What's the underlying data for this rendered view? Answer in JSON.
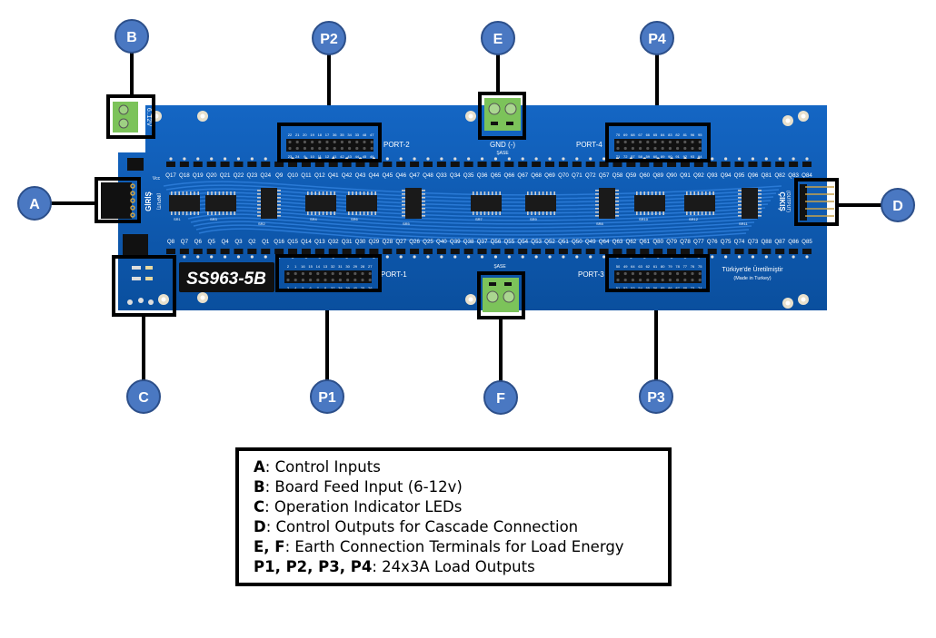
{
  "board": {
    "model": "SS963-5B",
    "ports": {
      "p1": "PORT-1",
      "p2": "PORT-2",
      "p3": "PORT-3",
      "p4": "PORT-4"
    },
    "gnd_label": "GND (-)",
    "sase_label": "ŞASE",
    "power_label": "6..12V",
    "vcc_label": "Vcc",
    "input_label": "GİRİŞ",
    "input_sub": "(INPUT)",
    "output_label": "ÇIKIŞ",
    "output_sub": "(OUTPUT)",
    "made_in": "Türkiye'de Üretilmiştir",
    "made_in_en": "(Made in Turkey)",
    "top_transistors": [
      "Q17",
      "Q18",
      "Q19",
      "Q20",
      "Q21",
      "Q22",
      "Q23",
      "Q24",
      "Q9",
      "Q10",
      "Q11",
      "Q12",
      "Q41",
      "Q42",
      "Q43",
      "Q44",
      "Q45",
      "Q46",
      "Q47",
      "Q48",
      "Q33",
      "Q34",
      "Q35",
      "Q36",
      "Q65",
      "Q66",
      "Q67",
      "Q68",
      "Q69",
      "Q70",
      "Q71",
      "Q72",
      "Q57",
      "Q58",
      "Q59",
      "Q60",
      "Q89",
      "Q90",
      "Q91",
      "Q92",
      "Q93",
      "Q94",
      "Q95",
      "Q96",
      "Q81",
      "Q82",
      "Q83",
      "Q84"
    ],
    "bottom_transistors": [
      "Q8",
      "Q7",
      "Q6",
      "Q5",
      "Q4",
      "Q3",
      "Q2",
      "Q1",
      "Q16",
      "Q15",
      "Q14",
      "Q13",
      "Q32",
      "Q31",
      "Q30",
      "Q29",
      "Q28",
      "Q27",
      "Q26",
      "Q25",
      "Q40",
      "Q39",
      "Q38",
      "Q37",
      "Q56",
      "Q55",
      "Q54",
      "Q53",
      "Q52",
      "Q51",
      "Q50",
      "Q49",
      "Q64",
      "Q63",
      "Q62",
      "Q61",
      "Q80",
      "Q79",
      "Q78",
      "Q77",
      "Q76",
      "Q75",
      "Q74",
      "Q73",
      "Q88",
      "Q87",
      "Q86",
      "Q85"
    ],
    "chips": [
      "SR1",
      "SR3",
      "SR2",
      "SR4",
      "SR6",
      "SR5",
      "SR7",
      "SR9",
      "SR8",
      "SR10",
      "SR12",
      "SR11"
    ],
    "headers": {
      "p2": {
        "top": [
          "22",
          "21",
          "20",
          "19",
          "18",
          "17",
          "36",
          "35",
          "34",
          "33",
          "48",
          "47"
        ],
        "bottom": [
          "23",
          "24",
          "9",
          "10",
          "11",
          "12",
          "41",
          "42",
          "43",
          "44",
          "45",
          "46"
        ]
      },
      "p1": {
        "top": [
          "2",
          "1",
          "16",
          "15",
          "14",
          "13",
          "32",
          "31",
          "30",
          "29",
          "28",
          "27"
        ],
        "bottom": [
          "3",
          "4",
          "5",
          "6",
          "7",
          "8",
          "37",
          "38",
          "39",
          "40",
          "25",
          "26"
        ]
      },
      "p4": {
        "top": [
          "70",
          "69",
          "68",
          "67",
          "66",
          "65",
          "84",
          "83",
          "82",
          "81",
          "96",
          "95"
        ],
        "bottom": [
          "71",
          "72",
          "57",
          "58",
          "59",
          "60",
          "89",
          "90",
          "91",
          "92",
          "93",
          "94"
        ]
      },
      "p3": {
        "top": [
          "50",
          "49",
          "64",
          "63",
          "62",
          "61",
          "80",
          "79",
          "78",
          "77",
          "76",
          "75"
        ],
        "bottom": [
          "51",
          "52",
          "53",
          "54",
          "55",
          "56",
          "85",
          "86",
          "87",
          "88",
          "73",
          "74"
        ]
      }
    },
    "colors": {
      "pcb": "#0b5cb8",
      "terminal": "#7cc35a",
      "callout": "#4a78c2"
    }
  },
  "callouts": {
    "a": "A",
    "b": "B",
    "c": "C",
    "d": "D",
    "e": "E",
    "f": "F",
    "p1": "P1",
    "p2": "P2",
    "p3": "P3",
    "p4": "P4"
  },
  "legend": [
    {
      "key": "A",
      "text": ": Control Inputs"
    },
    {
      "key": "B",
      "text": ": Board Feed Input (6-12v)"
    },
    {
      "key": "C",
      "text": ": Operation Indicator LEDs"
    },
    {
      "key": "D",
      "text": ": Control Outputs for Cascade Connection"
    },
    {
      "key": "E, F",
      "text": ": Earth Connection Terminals for Load Energy"
    },
    {
      "key": "P1, P2, P3, P4",
      "text": ": 24x3A Load Outputs"
    }
  ]
}
